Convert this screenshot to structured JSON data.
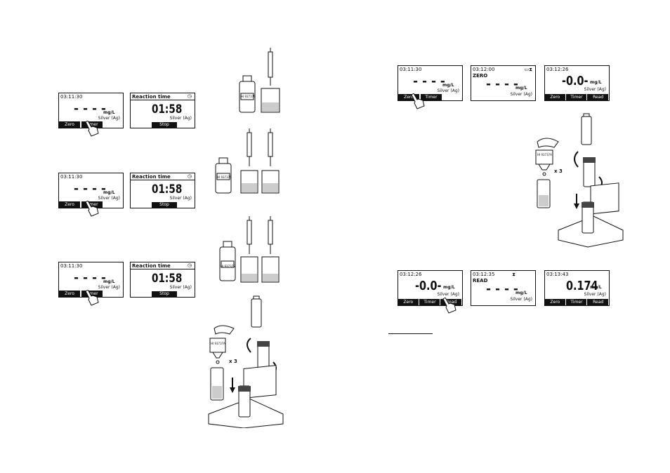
{
  "screens": {
    "left_a": {
      "time": "03:11:30",
      "reading": "- - - -",
      "unit": "mg/L",
      "analyte": "Silver (Ag)",
      "btn1": "Zero",
      "btn2": "Timer"
    },
    "left_b": {
      "title": "Reaction time",
      "timer_icon": "◷",
      "value": "01:58",
      "analyte": "Silver (Ag)",
      "btn": "Stop"
    },
    "left_c": {
      "time": "03:11:30",
      "reading": "- - - -",
      "unit": "mg/L",
      "analyte": "Silver (Ag)",
      "btn1": "Zero",
      "btn2": "Timer"
    },
    "left_d": {
      "title": "Reaction time",
      "timer_icon": "◷",
      "value": "01:58",
      "analyte": "Silver (Ag)",
      "btn": "Stop"
    },
    "left_e": {
      "time": "03:11:30",
      "reading": "- - - -",
      "unit": "mg/L",
      "analyte": "Silver (Ag)",
      "btn1": "Zero",
      "btn2": "Timer"
    },
    "left_f": {
      "title": "Reaction time",
      "timer_icon": "◷",
      "value": "01:58",
      "analyte": "Silver (Ag)",
      "btn": "Stop"
    },
    "right_a": {
      "time": "03:11:30",
      "reading": "- - - -",
      "unit": "mg/L",
      "analyte": "Silver (Ag)",
      "btn1": "Zero",
      "btn2": "Timer"
    },
    "right_b": {
      "time": "03:12:00",
      "status_icon": "▭⧗",
      "status": "ZERO",
      "reading": "- - - -",
      "unit": "mg/L",
      "analyte": "Silver (Ag)"
    },
    "right_c": {
      "time": "03:12:26",
      "value": "-0.0-",
      "unit": "mg/L",
      "analyte": "Silver (Ag)",
      "btn1": "Zero",
      "btn2": "Timer",
      "btn3": "Read"
    },
    "right_d": {
      "time": "03:12:26",
      "value": "-0.0-",
      "unit": "mg/L",
      "analyte": "Silver (Ag)",
      "btn1": "Zero",
      "btn2": "Timer",
      "btn3": "Read"
    },
    "right_e": {
      "time": "03:12:35",
      "status_icon": "⧗",
      "status": "READ",
      "reading": "- - - -",
      "unit": "mg/L",
      "analyte": "Silver (Ag)"
    },
    "right_f": {
      "time": "03:13:43",
      "value": "0.174",
      "unit": "mg/L",
      "analyte": "Silver (Ag)",
      "btn1": "Zero",
      "btn2": "Timer",
      "btn3": "Read"
    }
  },
  "labels": {
    "bottle_label": "HI 93737S",
    "cuvette_label": "HI 93737A",
    "times_three": "x 3"
  }
}
